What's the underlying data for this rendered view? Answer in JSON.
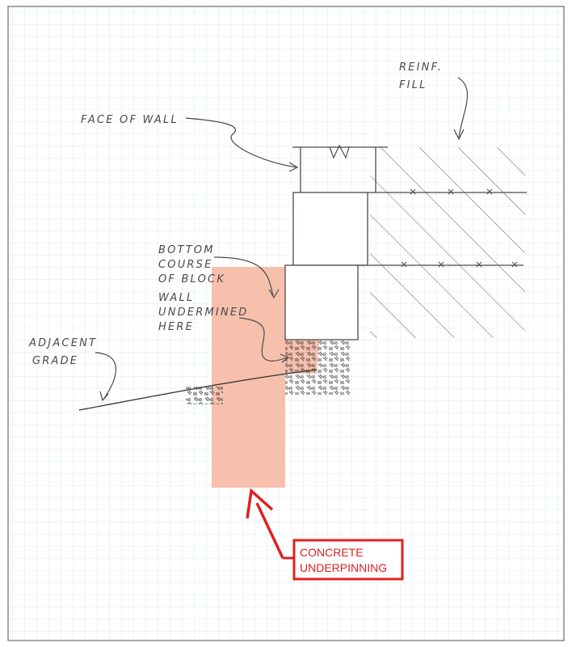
{
  "labels": {
    "face_of_wall": "FACE OF WALL",
    "reinf_fill_line1": "REINF.",
    "reinf_fill_line2": "FILL",
    "bottom_course_line1": "BOTTOM",
    "bottom_course_line2": "COURSE",
    "bottom_course_line3": "OF BLOCK",
    "wall_undermined_line1": "WALL",
    "wall_undermined_line2": "UNDERMINED",
    "wall_undermined_line3": "HERE",
    "adjacent_grade_line1": "ADJACENT",
    "adjacent_grade_line2": "GRADE",
    "concrete_line1": "CONCRETE",
    "concrete_line2": "UNDERPINNING"
  },
  "colors": {
    "paper": "#ffffff",
    "grid": "#cfe6ea",
    "pencil": "#4a4a4a",
    "underpinning": "#f6b9a4",
    "callout": "#e02020"
  }
}
